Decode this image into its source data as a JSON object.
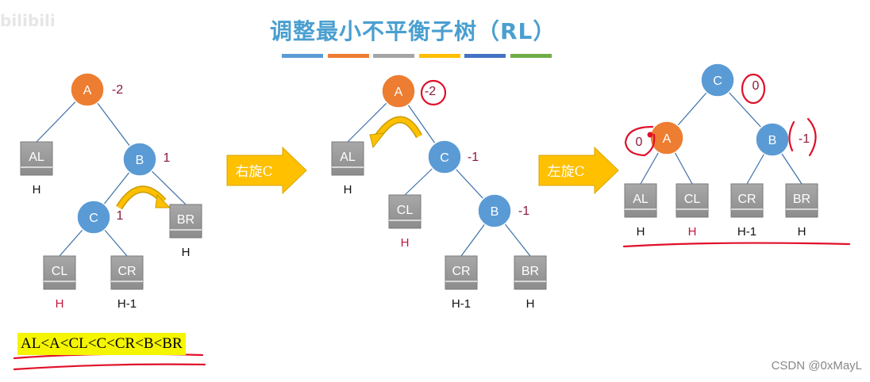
{
  "title": "调整最小不平衡子树（RL）",
  "watermark_top_left": "bilibili",
  "watermark_bottom_right": "CSDN @0xMayL",
  "order_text": "AL<A<CL<C<CR<B<BR",
  "colors": {
    "title": "#4a9fd0",
    "node_orange": "#ed7d31",
    "node_blue": "#5b9bd5",
    "box_gray": "#9e9e9e",
    "balance_dark": "#8b1a3a",
    "height_red": "#c0143c",
    "annotation_red": "#e0102a",
    "arrow_yellow": "#ffc000",
    "highlight": "#f5f500"
  },
  "title_bar_colors": [
    "#5b9bd5",
    "#ed7d31",
    "#a5a5a5",
    "#ffc000",
    "#4472c4",
    "#70ad47"
  ],
  "step_arrows": [
    {
      "label": "右旋C"
    },
    {
      "label": "左旋C"
    }
  ],
  "tree1": {
    "nodes": [
      {
        "id": "A",
        "label": "A",
        "color": "orange",
        "balance": "-2"
      },
      {
        "id": "B",
        "label": "B",
        "color": "blue",
        "balance": "1"
      },
      {
        "id": "C",
        "label": "C",
        "color": "blue",
        "balance": "1"
      }
    ],
    "subtrees": [
      {
        "id": "AL",
        "label": "AL",
        "height": "H",
        "height_red": false
      },
      {
        "id": "BR",
        "label": "BR",
        "height": "H",
        "height_red": false
      },
      {
        "id": "CL",
        "label": "CL",
        "height": "H",
        "height_red": true
      },
      {
        "id": "CR",
        "label": "CR",
        "height": "H-1",
        "height_red": false
      }
    ]
  },
  "tree2": {
    "nodes": [
      {
        "id": "A",
        "label": "A",
        "color": "orange",
        "balance": "-2"
      },
      {
        "id": "C",
        "label": "C",
        "color": "blue",
        "balance": "-1"
      },
      {
        "id": "B",
        "label": "B",
        "color": "blue",
        "balance": "-1"
      }
    ],
    "subtrees": [
      {
        "id": "AL",
        "label": "AL",
        "height": "H",
        "height_red": false
      },
      {
        "id": "CL",
        "label": "CL",
        "height": "H",
        "height_red": true
      },
      {
        "id": "CR",
        "label": "CR",
        "height": "H-1",
        "height_red": false
      },
      {
        "id": "BR",
        "label": "BR",
        "height": "H",
        "height_red": false
      }
    ]
  },
  "tree3": {
    "nodes": [
      {
        "id": "C",
        "label": "C",
        "color": "blue",
        "balance": "0"
      },
      {
        "id": "A",
        "label": "A",
        "color": "orange",
        "balance": "0"
      },
      {
        "id": "B",
        "label": "B",
        "color": "blue",
        "balance": "-1"
      }
    ],
    "subtrees": [
      {
        "id": "AL",
        "label": "AL",
        "height": "H",
        "height_red": false
      },
      {
        "id": "CL",
        "label": "CL",
        "height": "H",
        "height_red": true
      },
      {
        "id": "CR",
        "label": "CR",
        "height": "H-1",
        "height_red": false
      },
      {
        "id": "BR",
        "label": "BR",
        "height": "H",
        "height_red": false
      }
    ]
  }
}
